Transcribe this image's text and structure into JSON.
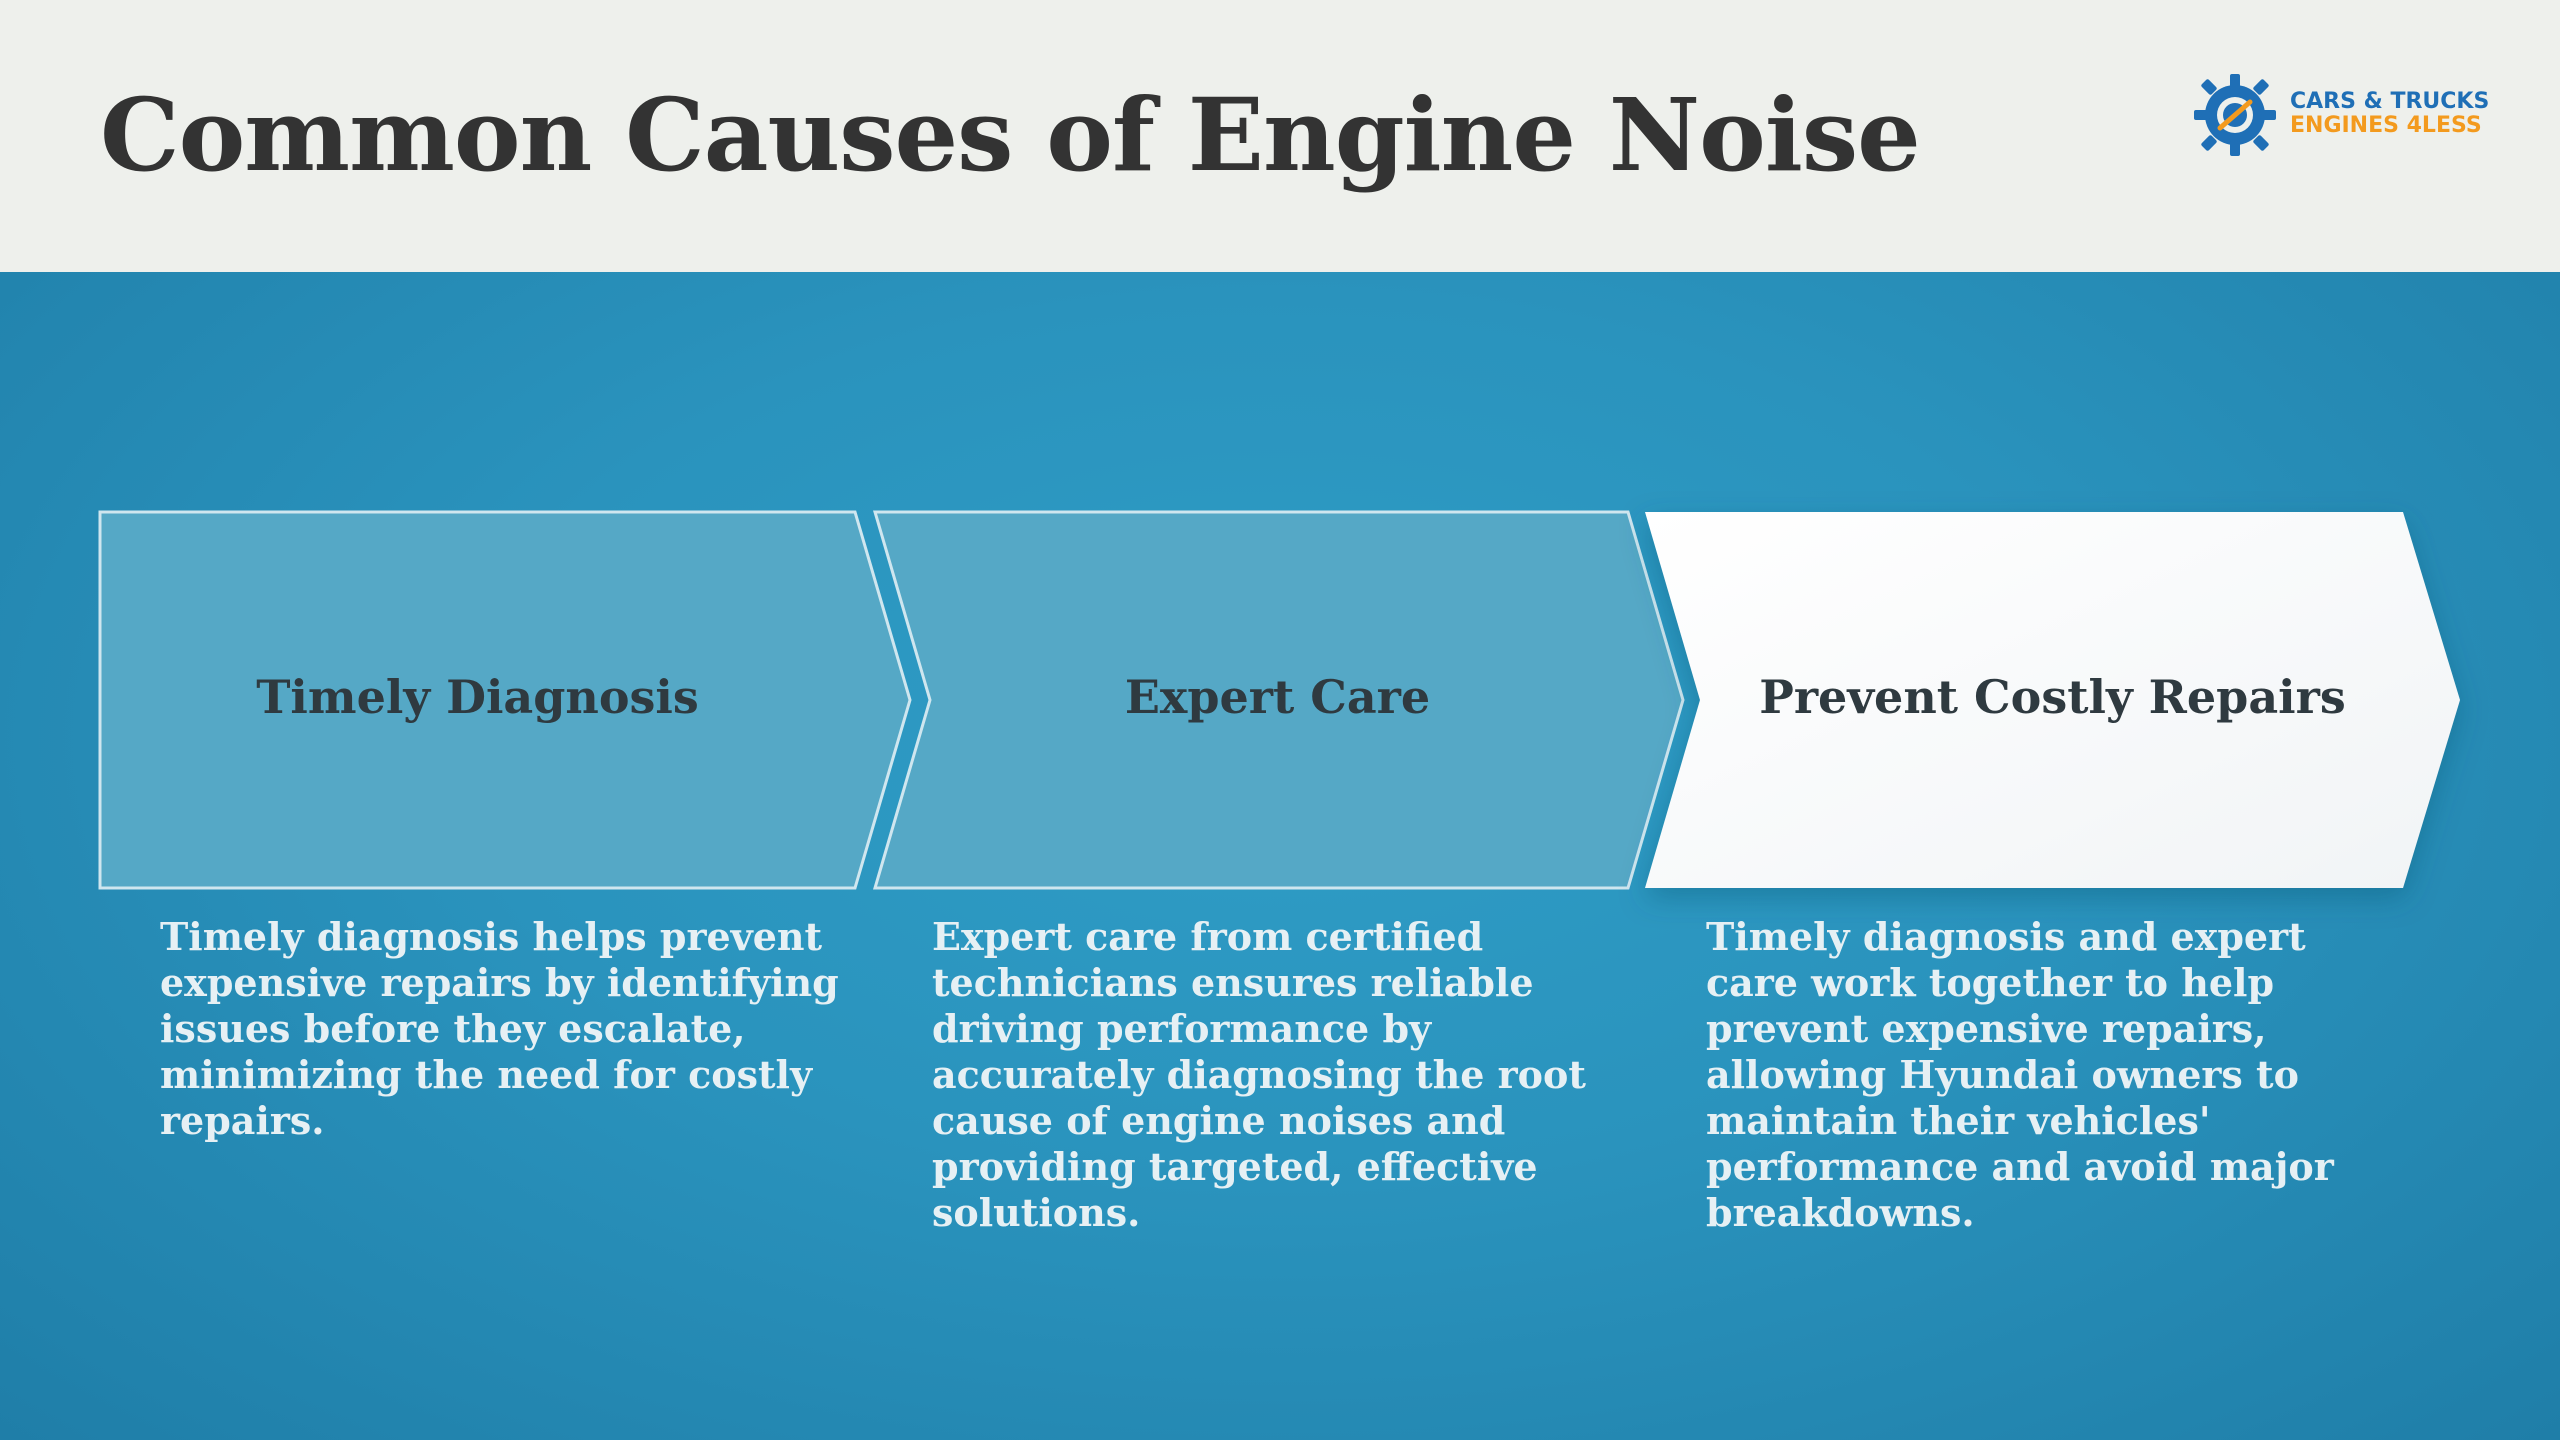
{
  "title": "Common Causes of Engine Noise",
  "logo": {
    "line1": "CARS & TRUCKS",
    "line2": "ENGINES 4LESS",
    "icon": "gear-engine-logo-icon",
    "colors": {
      "blue": "#1f6fb6",
      "orange": "#f39a1e"
    }
  },
  "colors": {
    "header_bg": "#eef0ec",
    "main_bg": "#2a93bd",
    "chevron_light": "#55a8c6",
    "chevron_highlight": "#ffffff",
    "label_text": "#2f3a40",
    "desc_text": "#e6f0f4"
  },
  "steps": [
    {
      "label": "Timely Diagnosis",
      "description": "Timely diagnosis helps prevent expensive repairs by identifying issues before they escalate, minimizing the need for costly repairs."
    },
    {
      "label": "Expert Care",
      "description": "Expert care from certified technicians ensures reliable driving performance by accurately diagnosing the root cause of engine noises and providing targeted, effective solutions."
    },
    {
      "label": "Prevent Costly Repairs",
      "description": "Timely diagnosis and expert care work together to help prevent expensive repairs, allowing Hyundai owners to maintain their vehicles' performance and avoid major breakdowns."
    }
  ]
}
